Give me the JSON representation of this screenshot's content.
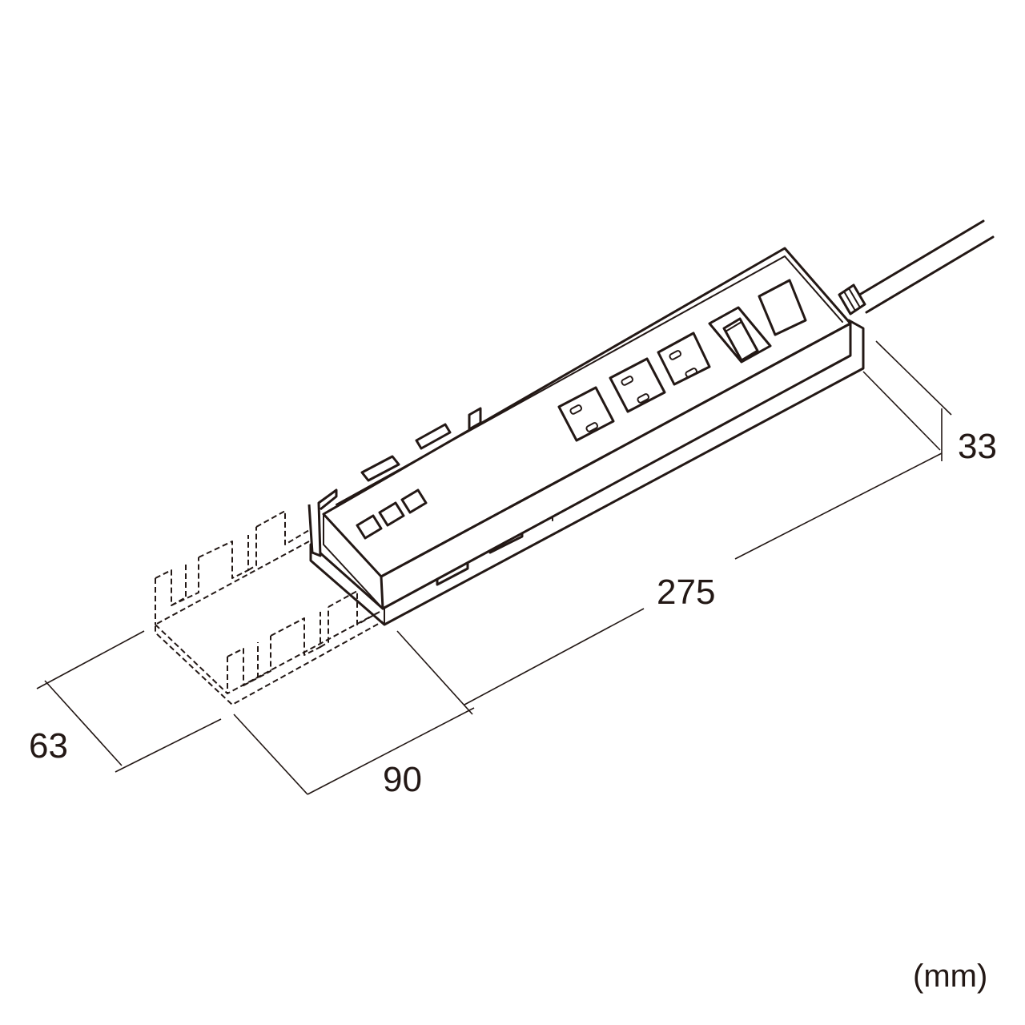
{
  "dimensions": {
    "height": "33",
    "length": "275",
    "width": "90",
    "bracket_depth": "63"
  },
  "unit": "(mm)"
}
